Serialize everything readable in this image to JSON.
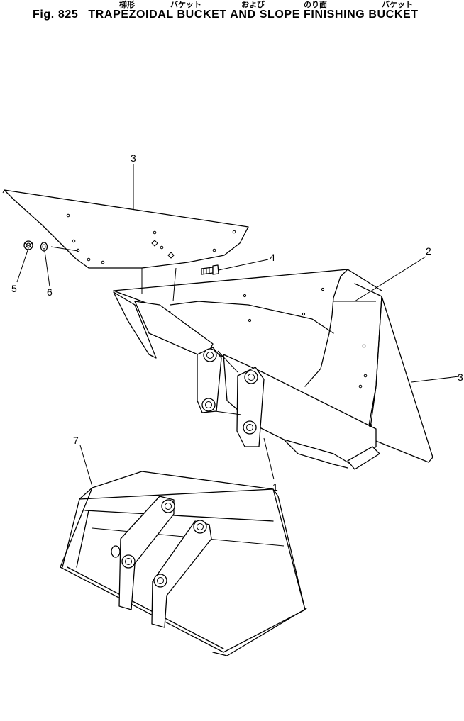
{
  "header": {
    "japanese_captions": [
      "梯形",
      "バケット",
      "および",
      "のり面",
      "バケット"
    ],
    "figure_number": "Fig. 825",
    "title": "TRAPEZOIDAL BUCKET AND SLOPE FINISHING BUCKET"
  },
  "callouts": {
    "part_3_top": "3",
    "part_3_right": "3",
    "part_2": "2",
    "part_4": "4",
    "part_5": "5",
    "part_6": "6",
    "part_1": "1",
    "part_7": "7"
  }
}
